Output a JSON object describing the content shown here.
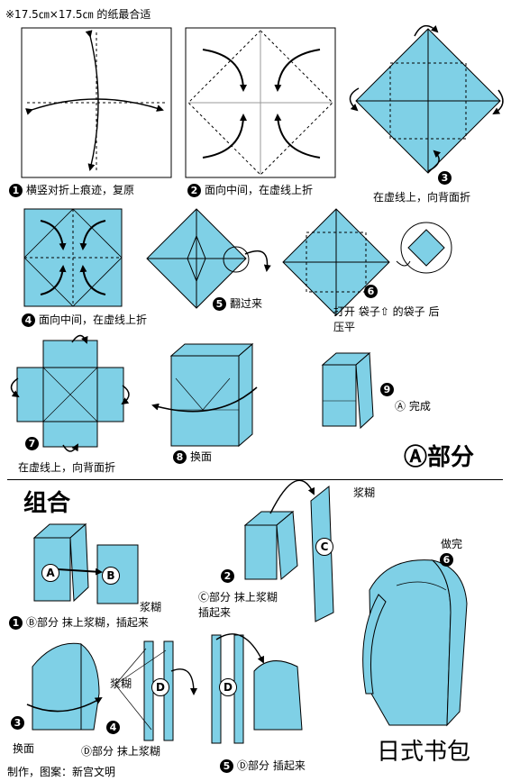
{
  "header": {
    "paper_note": "※17.5㎝×17.5㎝ 的纸最合适"
  },
  "steps_a": [
    {
      "num": "1",
      "text": "横竖对折上痕迹，复原"
    },
    {
      "num": "2",
      "text": "面向中间，在虚线上折"
    },
    {
      "num": "3",
      "text": "在虚线上，向背面折"
    },
    {
      "num": "4",
      "text": "面向中间，在虚线上折"
    },
    {
      "num": "5",
      "text": "翻过来"
    },
    {
      "num": "6",
      "line1": "打开 袋子⇧ 的袋子 后",
      "line2": "压平"
    },
    {
      "num": "7",
      "text": "在虚线上，向背面折"
    },
    {
      "num": "8",
      "text": "换面"
    },
    {
      "num": "9",
      "text": "Ⓐ 完成"
    }
  ],
  "section_a_label": "Ⓐ部分",
  "section_assembly": "组合",
  "glue_label": "浆糊",
  "part_labels": {
    "a": "A",
    "b": "B",
    "c": "C",
    "d": "D"
  },
  "steps_b": [
    {
      "num": "1",
      "text": "Ⓑ部分 抹上浆糊，插起来"
    },
    {
      "num": "2",
      "line1": "Ⓒ部分 抹上浆糊",
      "line2": "插起来"
    },
    {
      "num": "3",
      "text": "换面"
    },
    {
      "num": "4",
      "text": "Ⓓ部分 抹上浆糊"
    },
    {
      "num": "5",
      "text": "Ⓓ部分 插起来"
    },
    {
      "num": "6",
      "text": "做完"
    }
  ],
  "result_title": "日式书包",
  "credit": "制作，图案：新宫文明",
  "colors": {
    "paper_fill": "#7fd0e6",
    "line": "#000000"
  }
}
